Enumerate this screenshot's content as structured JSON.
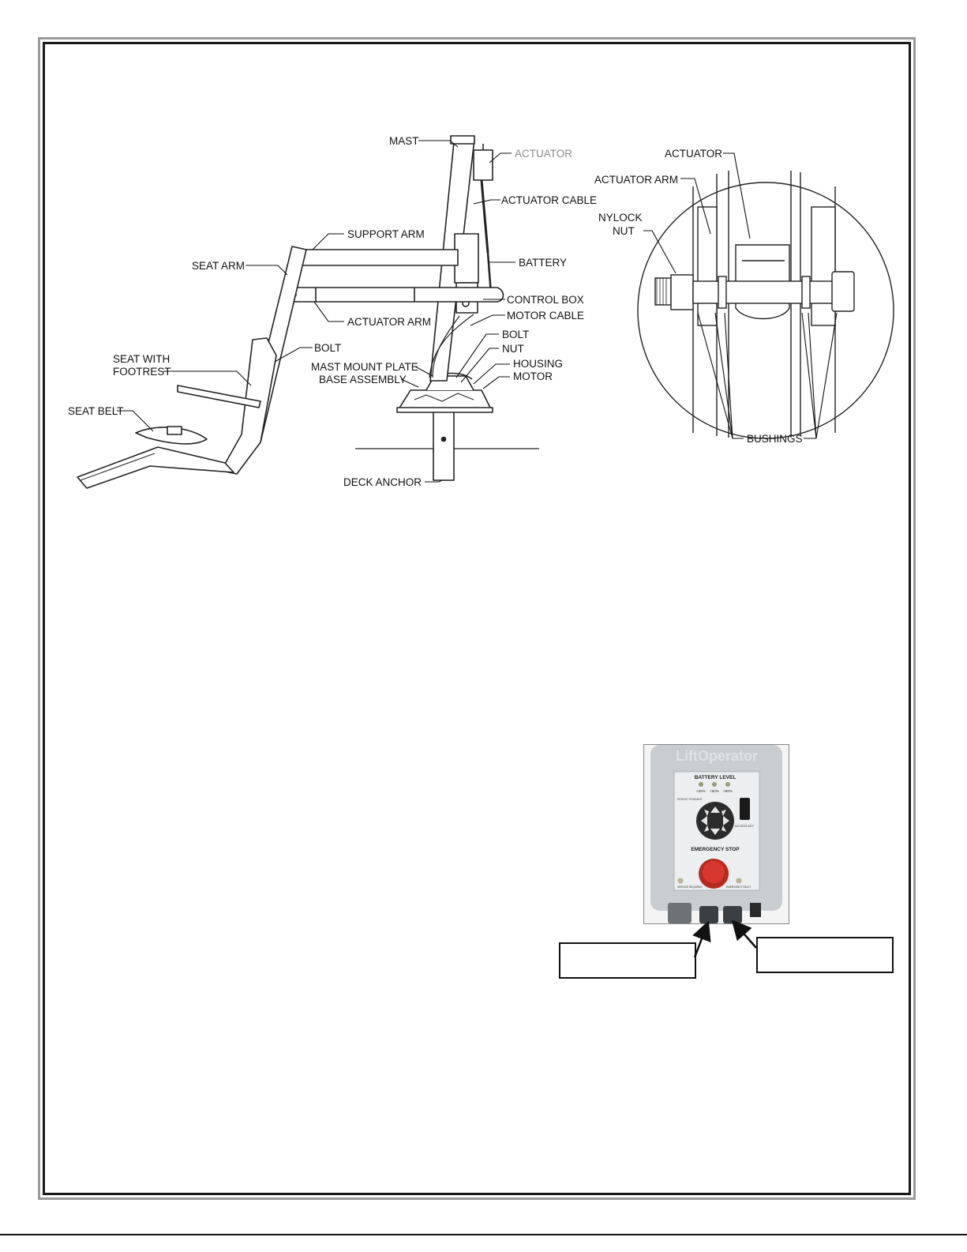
{
  "lift_diagram": {
    "labels": {
      "mast": "MAST",
      "actuator": "ACTUATOR",
      "actuator_cable": "ACTUATOR CABLE",
      "support_arm": "SUPPORT ARM",
      "seat_arm": "SEAT ARM",
      "battery": "BATTERY",
      "control_box": "CONTROL BOX",
      "actuator_arm": "ACTUATOR ARM",
      "motor_cable": "MOTOR CABLE",
      "bolt_upper": "BOLT",
      "bolt_seat": "BOLT",
      "nut": "NUT",
      "seat_with": "SEAT WITH",
      "footrest": "FOOTREST",
      "mast_mount_plate": "MAST MOUNT PLATE",
      "housing": "HOUSING",
      "base_assembly": "BASE ASSEMBLY",
      "motor": "MOTOR",
      "seat_belt": "SEAT BELT",
      "deck_anchor": "DECK ANCHOR"
    }
  },
  "detail_diagram": {
    "labels": {
      "actuator": "ACTUATOR",
      "actuator_arm": "ACTUATOR ARM",
      "nylock": "NYLOCK",
      "nut": "NUT",
      "bushings": "BUSHINGS"
    }
  },
  "control_panel": {
    "brand": "LiftOperator",
    "battery_level": "BATTERY LEVEL",
    "levels": [
      "<25%",
      "<50%",
      ">50%"
    ],
    "patient_pendant": "PATIENT PENDANT",
    "access_key": "ACCESS KEY",
    "emergency_stop": "EMERGENCY STOP",
    "service_required": "SERVICE REQUIRED",
    "emergency_fault": "EMERGENCY FAULT"
  }
}
